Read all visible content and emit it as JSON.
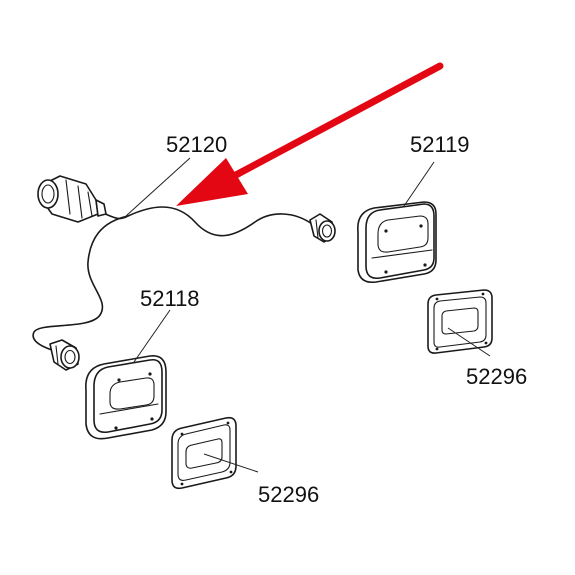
{
  "labels": {
    "harness": "52120",
    "lamp_right": "52119",
    "lamp_left": "52118",
    "lens_right": "52296",
    "lens_left": "52296"
  },
  "colors": {
    "arrow": "#e30613",
    "line": "#1a1a1a",
    "background": "#ffffff"
  },
  "icons": {
    "arrow": "red-arrow-icon",
    "plug": "trailer-plug-icon",
    "connector": "cable-connector-icon"
  }
}
